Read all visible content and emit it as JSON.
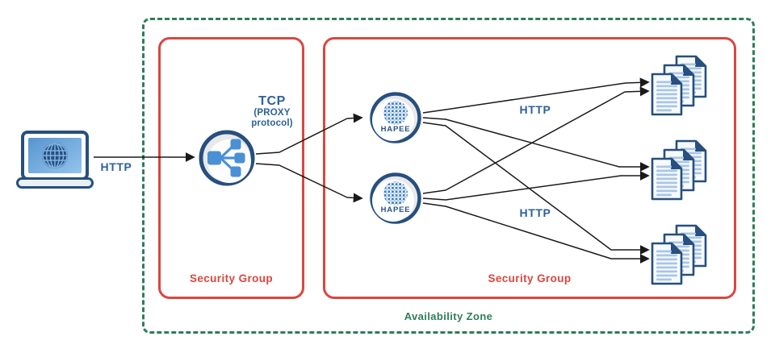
{
  "availability_zone": {
    "label": "Availability Zone"
  },
  "security_groups": {
    "left": "Security Group",
    "right": "Security Group"
  },
  "labels": {
    "http_client": "HTTP",
    "tcp_title": "TCP",
    "tcp_sub_line1": "(PROXY",
    "tcp_sub_line2": "protocol)",
    "http_top": "HTTP",
    "http_bottom": "HTTP"
  },
  "nodes": {
    "hapee_top_label": "HAPEE",
    "hapee_bottom_label": "HAPEE"
  },
  "icons": {
    "client": "laptop-globe-icon",
    "load_balancer": "load-balancer-icon",
    "hapee": "hapee-node-icon",
    "servers": "document-stack-icon"
  },
  "colors": {
    "security_group_border": "#D9473F",
    "availability_zone_border": "#2E7D5B",
    "label_text_blue": "#2D6199",
    "icon_navy": "#274F7F",
    "icon_blue": "#4A90D5",
    "connector": "#1A1A1A"
  }
}
